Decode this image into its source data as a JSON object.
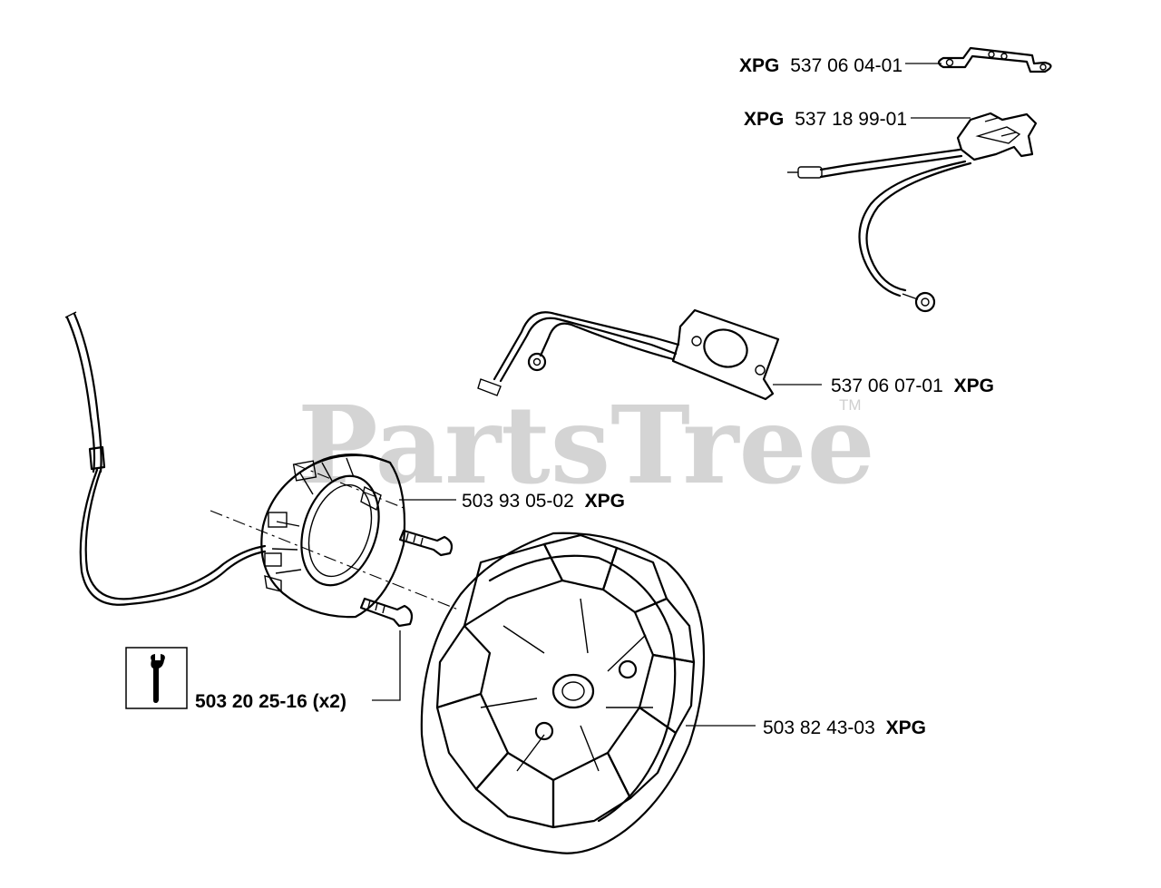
{
  "watermark": {
    "text": "PartsTree",
    "tm": "TM"
  },
  "callouts": [
    {
      "id": "bracket",
      "number": "537 06 04-01",
      "suffix": "XPG",
      "suffix_first": true
    },
    {
      "id": "ignition-module",
      "number": "537 18 99-01",
      "suffix": "XPG",
      "suffix_first": true
    },
    {
      "id": "wire-plate",
      "number": "537 06 07-01",
      "suffix": "XPG",
      "suffix_first": false
    },
    {
      "id": "ignition-coil",
      "number": "503 93 05-02",
      "suffix": "XPG",
      "suffix_first": false
    },
    {
      "id": "screw",
      "number": "503 20 25-16 (x2)",
      "suffix": "",
      "suffix_first": false
    },
    {
      "id": "flywheel",
      "number": "503 82 43-03",
      "suffix": "XPG",
      "suffix_first": false
    }
  ],
  "icons": {
    "tool": "wrench-icon"
  }
}
